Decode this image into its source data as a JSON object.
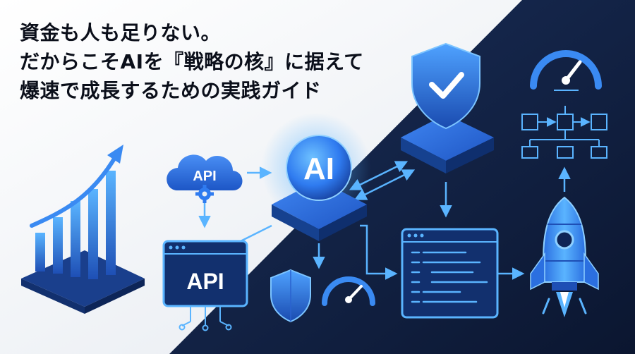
{
  "headline": {
    "lines": [
      "資金も人も足りない。",
      "だからこそAIを『戦略の核』に据えて",
      "爆速で成長するための実践ガイド"
    ]
  },
  "labels": {
    "cloud_api": "API",
    "ai_chip": "AI",
    "api_window": "API"
  },
  "icons": [
    "growth-chart-icon",
    "cloud-api-icon",
    "gear-icon",
    "ai-chip-icon",
    "security-shield-icon",
    "checkmark-icon",
    "speedometer-icon",
    "workflow-diagram-icon",
    "api-window-icon",
    "code-editor-icon",
    "rocket-icon"
  ],
  "colors": {
    "navy": "#0f1e3d",
    "accent_blue": "#2f7bf0",
    "light_blue": "#5ab4ff",
    "headline": "#0b0f1a"
  }
}
